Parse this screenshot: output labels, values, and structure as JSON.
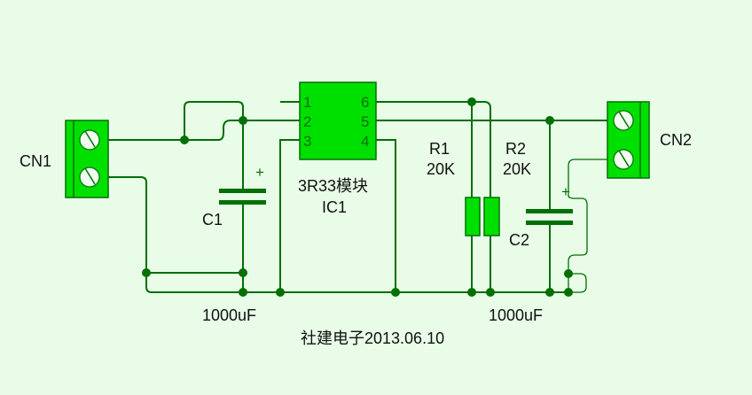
{
  "diagram": {
    "type": "circuit-schematic",
    "colors": {
      "background": "#E8FCE8",
      "wire": "#007000",
      "component_fill": "#00E000"
    },
    "components": {
      "cn1": {
        "ref": "CN1"
      },
      "cn2": {
        "ref": "CN2"
      },
      "ic1": {
        "ref": "IC1",
        "value": "3R33模块",
        "pins_left": [
          "1",
          "2",
          "3"
        ],
        "pins_right": [
          "6",
          "5",
          "4"
        ]
      },
      "c1": {
        "ref": "C1",
        "value": "1000uF",
        "polarity": "+"
      },
      "c2": {
        "ref": "C2",
        "value": "1000uF",
        "polarity": "+"
      },
      "r1": {
        "ref": "R1",
        "value": "20K"
      },
      "r2": {
        "ref": "R2",
        "value": "20K"
      }
    },
    "footer": "社建电子2013.06.10"
  }
}
